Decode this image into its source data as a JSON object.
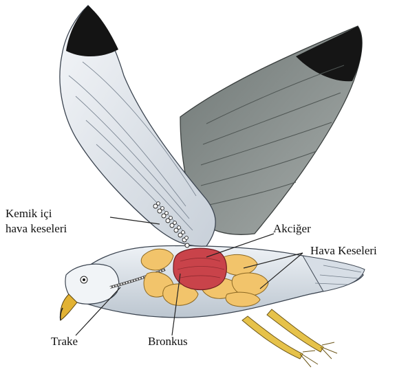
{
  "labels": {
    "kemik_line1": "Kemik içi",
    "kemik_line2": "hava keseleri",
    "akciger": "Akciğer",
    "hava_keseleri": "Hava Keseleri",
    "trake": "Trake",
    "bronkus": "Bronkus"
  },
  "colors": {
    "feather_light": "#e4e9ef",
    "feather_shadow": "#b9c2cc",
    "wing_far": "#8a9190",
    "wingtip": "#111111",
    "lung": "#c9434a",
    "air_sac": "#f2c46b",
    "beak": "#e2b233",
    "feet": "#e6c24a",
    "leader_line": "#222222"
  }
}
